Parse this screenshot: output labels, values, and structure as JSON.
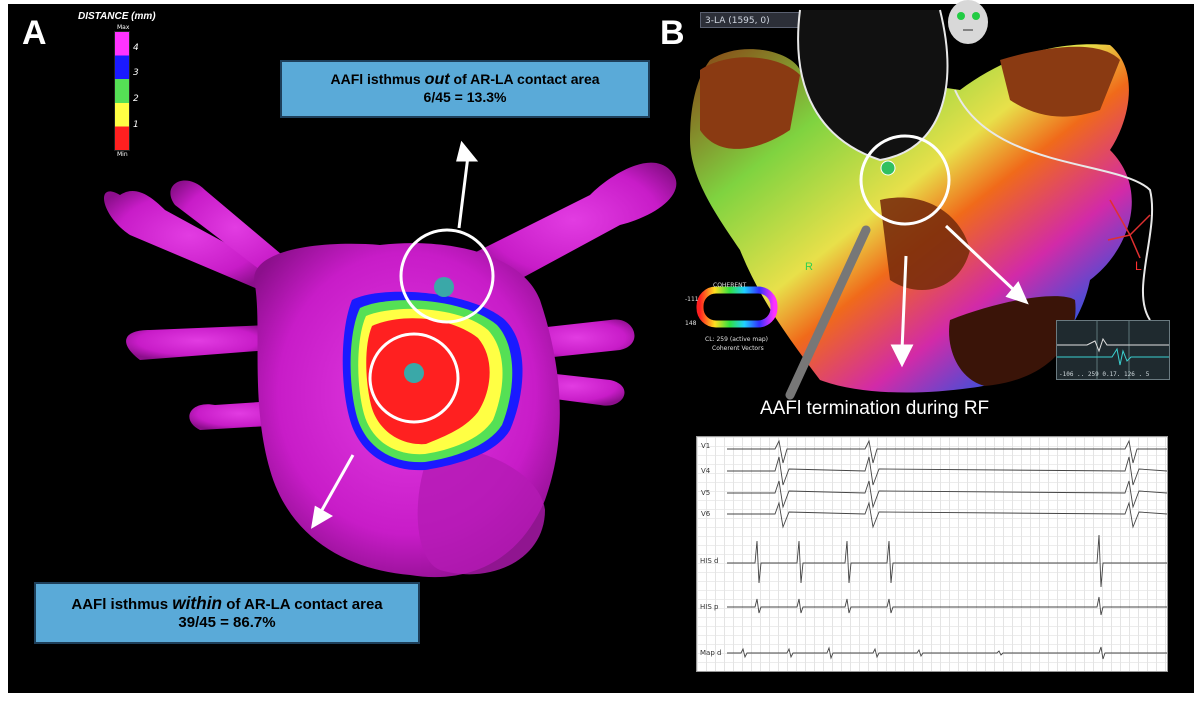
{
  "panel_a": {
    "letter": "A",
    "legend": {
      "title": "DISTANCE (mm)",
      "max_label": "Max",
      "min_label": "Min",
      "ticks": [
        "4",
        "3",
        "2",
        "1"
      ],
      "colors": [
        "#ff33ff",
        "#1a1aff",
        "#55e055",
        "#ffff44",
        "#ff2020"
      ]
    },
    "callout_out": {
      "line1_pre": "AAFl isthmus ",
      "line1_em": "out",
      "line1_post": " of AR-LA contact area",
      "line2": "6/45 = 13.3%"
    },
    "callout_within": {
      "line1_pre": "AAFl isthmus ",
      "line1_em": "within",
      "line1_post": " of AR-LA contact area",
      "line2": "39/45 = 86.7%"
    },
    "colors": {
      "atrium": "#d21fd2",
      "atrium_dark": "#9e149e",
      "callout_bg": "#5aaad8"
    }
  },
  "panel_b": {
    "letter": "B",
    "map_selector": "3-LA (1595, 0)",
    "coherent": {
      "title": "COHERENT",
      "min": "-111",
      "max": "148",
      "cl_label": "CL:",
      "cl_value": "259",
      "cl_note": "(active map)",
      "vectors_label": "Coherent Vectors"
    },
    "orientation": {
      "right": "R",
      "left": "L"
    },
    "egm_readout": "-106 .. 259  0.17. 126 . 5",
    "rf_title": "AAFl termination during RF",
    "ecg": {
      "leads": [
        "V1",
        "V4",
        "V5",
        "V6",
        "HIS d",
        "HIS p",
        "Map d"
      ]
    }
  }
}
